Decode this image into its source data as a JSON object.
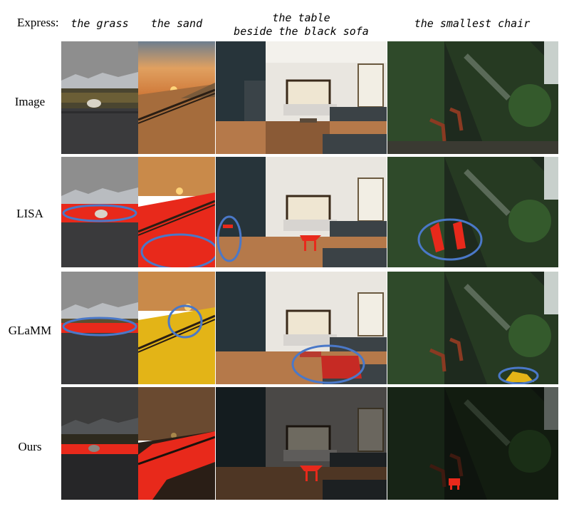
{
  "header": {
    "express_label": "Express:"
  },
  "columns": [
    {
      "id": "grass",
      "expression": "the grass"
    },
    {
      "id": "sand",
      "expression": "the sand"
    },
    {
      "id": "table",
      "expression_line1": "the table",
      "expression_line2": "beside the black sofa"
    },
    {
      "id": "chair",
      "expression": "the smallest chair"
    }
  ],
  "rows": [
    {
      "id": "image",
      "label": "Image"
    },
    {
      "id": "lisa",
      "label": "LISA"
    },
    {
      "id": "glamm",
      "label": "GLaMM"
    },
    {
      "id": "ours",
      "label": "Ours"
    }
  ],
  "colors": {
    "mask_red": "#e8291b",
    "mask_yellow": "#e3b417",
    "failure_ring": "#4a78c8"
  }
}
